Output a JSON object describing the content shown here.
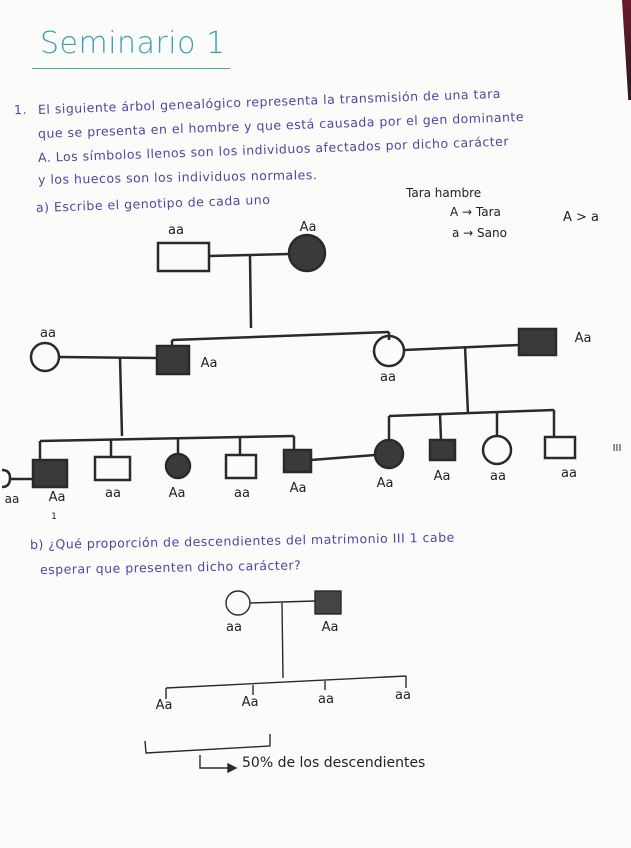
{
  "header": {
    "title": "Seminario 1"
  },
  "question1": {
    "number": "1.",
    "lines": [
      "El siguiente árbol genealógico representa la transmisión de una tara",
      "que se presenta en el hombre y que está causada por el gen dominante",
      "A. Los símbolos llenos son los individuos afectados por dicho carácter",
      "y los huecos son los individuos normales."
    ],
    "part_a": "a) Escribe el genotipo de cada uno"
  },
  "legend": {
    "title": "Tara hambre",
    "rows": [
      "A → Tara",
      "a → Sano"
    ],
    "dominance": "A > a"
  },
  "pedigree": {
    "generation1": {
      "male": "aa",
      "female": "Aa"
    },
    "generation2": {
      "left_spouse": "aa",
      "left_male": "Aa",
      "right_female": "aa",
      "right_spouse": "Aa"
    },
    "generation3_left": [
      "aa",
      "Aa",
      "aa",
      "Aa",
      "aa",
      "Aa"
    ],
    "generation3_right": [
      "Aa",
      "Aa",
      "aa",
      "aa"
    ],
    "generation_label": "III",
    "individual_mark": "1"
  },
  "part_b": {
    "lines": [
      "b) ¿Qué proporción de descendientes del matrimonio III 1 cabe",
      "esperar que presenten dicho carácter?"
    ]
  },
  "cross": {
    "mother": "aa",
    "father": "Aa",
    "offspring": [
      "Aa",
      "Aa",
      "aa",
      "aa"
    ],
    "answer": "50% de los descendientes"
  }
}
